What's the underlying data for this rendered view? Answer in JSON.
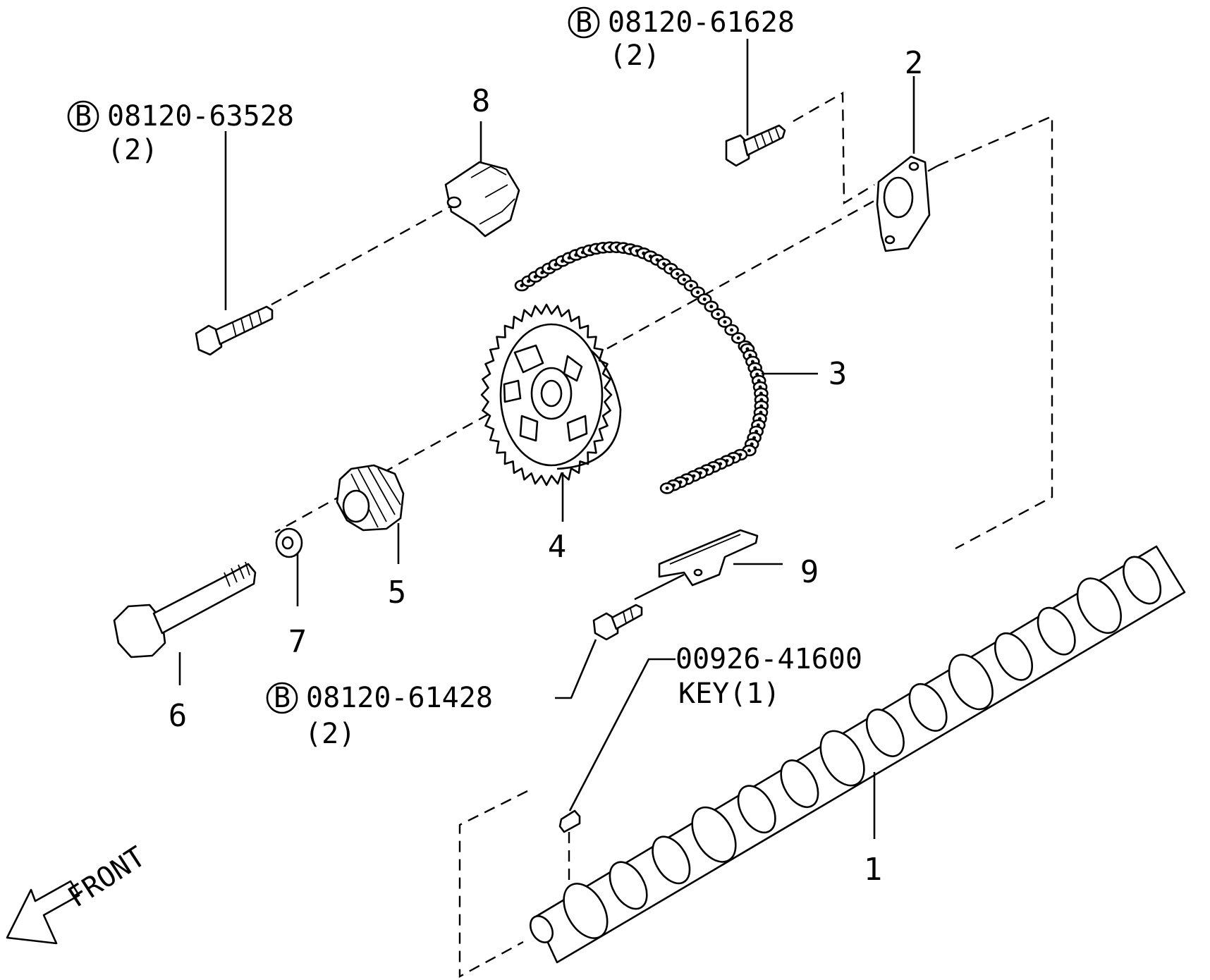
{
  "parts": {
    "p1": "1",
    "p2": "2",
    "p3": "3",
    "p4": "4",
    "p5": "5",
    "p6": "6",
    "p7": "7",
    "p8": "8",
    "p9": "9"
  },
  "callouts": {
    "bolt_top": {
      "prefix": "B",
      "number": "08120-61628",
      "qty": "(2)"
    },
    "bolt_left": {
      "prefix": "B",
      "number": "08120-63528",
      "qty": "(2)"
    },
    "bolt_mid": {
      "prefix": "B",
      "number": "08120-61428",
      "qty": "(2)"
    },
    "key": {
      "number": "00926-41600",
      "desc": "KEY(1)"
    }
  },
  "front_label": "FRONT"
}
